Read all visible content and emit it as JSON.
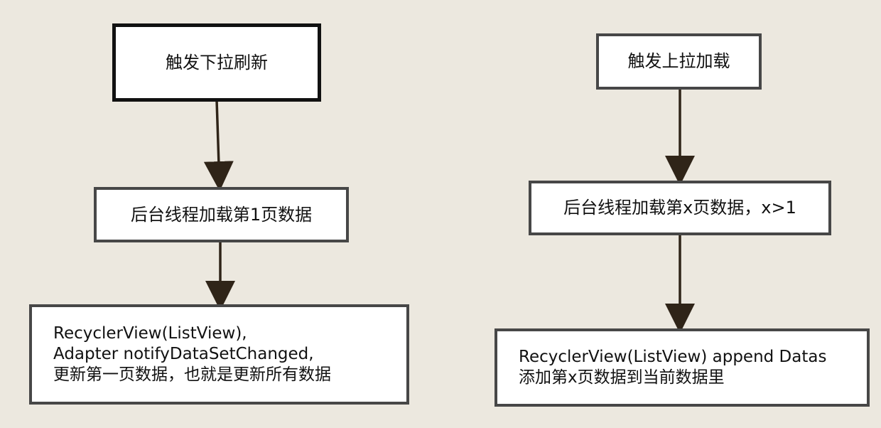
{
  "diagram": {
    "left_flow": {
      "top_box": "触发下拉刷新",
      "middle_box": "后台线程加载第1页数据",
      "bottom_box": [
        "RecyclerView(ListView),",
        "Adapter notifyDataSetChanged,",
        "更新第一页数据，也就是更新所有数据"
      ]
    },
    "right_flow": {
      "top_box": "触发上拉加载",
      "middle_box": "后台线程加载第x页数据，x>1",
      "bottom_box": [
        "RecyclerView(ListView) append Datas",
        "添加第x页数据到当前数据里"
      ]
    }
  },
  "colors": {
    "background": "#ECE8DF",
    "box_fill": "#FFFFFF",
    "box_border": "#474747",
    "highlight_border": "#111111",
    "arrow": "#2F2418",
    "text": "#111111"
  }
}
